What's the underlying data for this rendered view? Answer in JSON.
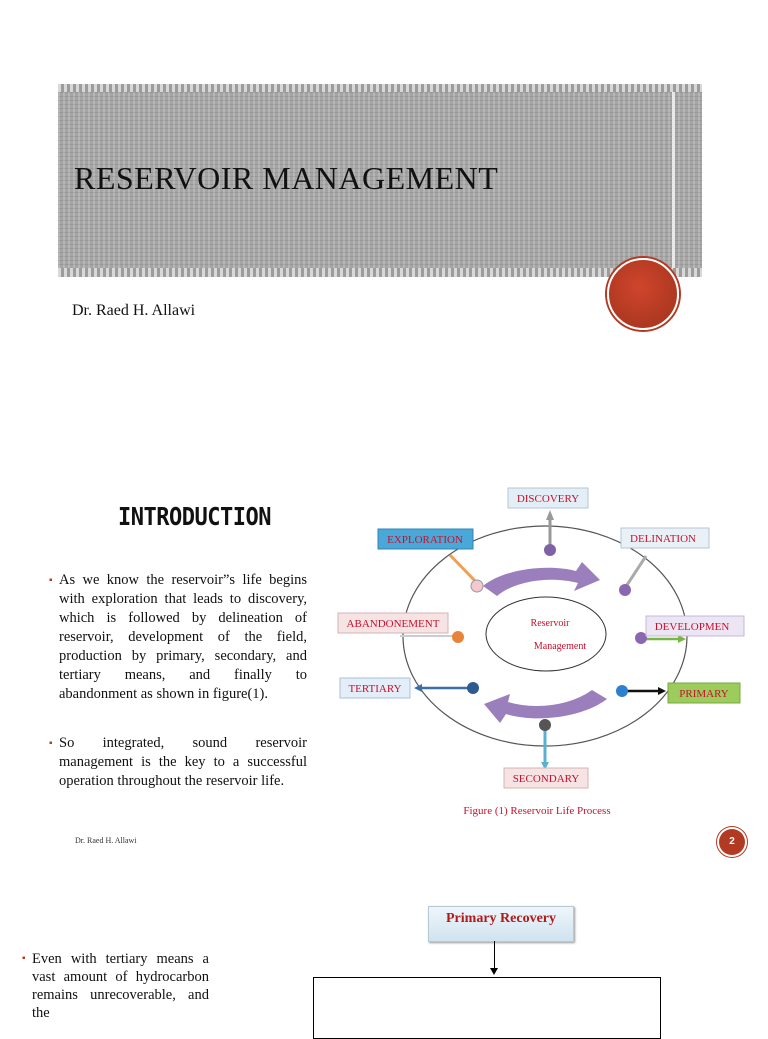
{
  "slide1": {
    "title": "RESERVOIR MANAGEMENT",
    "author": "Dr. Raed H. Allawi"
  },
  "slide2": {
    "heading": "INTRODUCTION",
    "bullets": [
      "As we know the reservoir”s life begins with exploration that leads to discovery, which is followed by delineation of reservoir, development of the field, production by primary, secondary, and tertiary means, and finally to abandonment as shown in figure(1).",
      "So integrated, sound reservoir management is the key to a successful operation throughout the reservoir life."
    ],
    "footer_author": "Dr. Raed H. Allawi",
    "page_number": "2",
    "diagram": {
      "center_line1": "Reservoir",
      "center_line2": "Management",
      "caption": "Figure (1) Reservoir Life Process",
      "labels": {
        "discovery": "DISCOVERY",
        "exploration": "EXPLORATION",
        "delination": "DELINATION",
        "abandonement": "ABANDONEMENT",
        "development": "DEVELOPMEN",
        "tertiary": "TERTIARY",
        "primary": "PRIMARY",
        "secondary": "SECONDARY"
      }
    }
  },
  "slide3": {
    "bullet": "Even with tertiary means a vast amount of hydrocarbon remains unrecoverable, and the",
    "box_label": "Primary Recovery"
  },
  "colors": {
    "accent": "#b23a22",
    "label_red": "#c8102e"
  }
}
